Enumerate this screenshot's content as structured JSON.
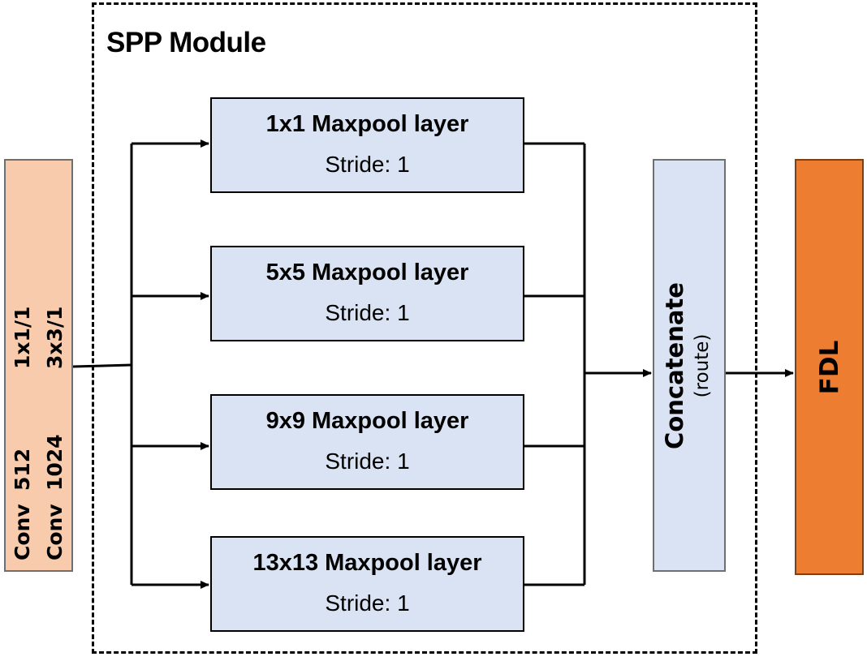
{
  "module": {
    "title": "SPP Module"
  },
  "conv_block": {
    "lines": [
      {
        "name": "Conv",
        "filters": "512",
        "size": "1x1/1"
      },
      {
        "name": "Conv",
        "filters": "1024",
        "size": "3x3/1"
      }
    ]
  },
  "maxpool_layers": [
    {
      "title": "1x1 Maxpool layer",
      "stride": "Stride: 1"
    },
    {
      "title": "5x5 Maxpool layer",
      "stride": "Stride: 1"
    },
    {
      "title": "9x9 Maxpool layer",
      "stride": "Stride: 1"
    },
    {
      "title": "13x13 Maxpool layer",
      "stride": "Stride: 1"
    }
  ],
  "concat": {
    "label": "Concatenate",
    "sub": "(route)"
  },
  "fdl": {
    "label": "FDL"
  },
  "colors": {
    "conv_fill": "#f8cbad",
    "pool_fill": "#dae3f3",
    "fdl_fill": "#ed7d31"
  }
}
